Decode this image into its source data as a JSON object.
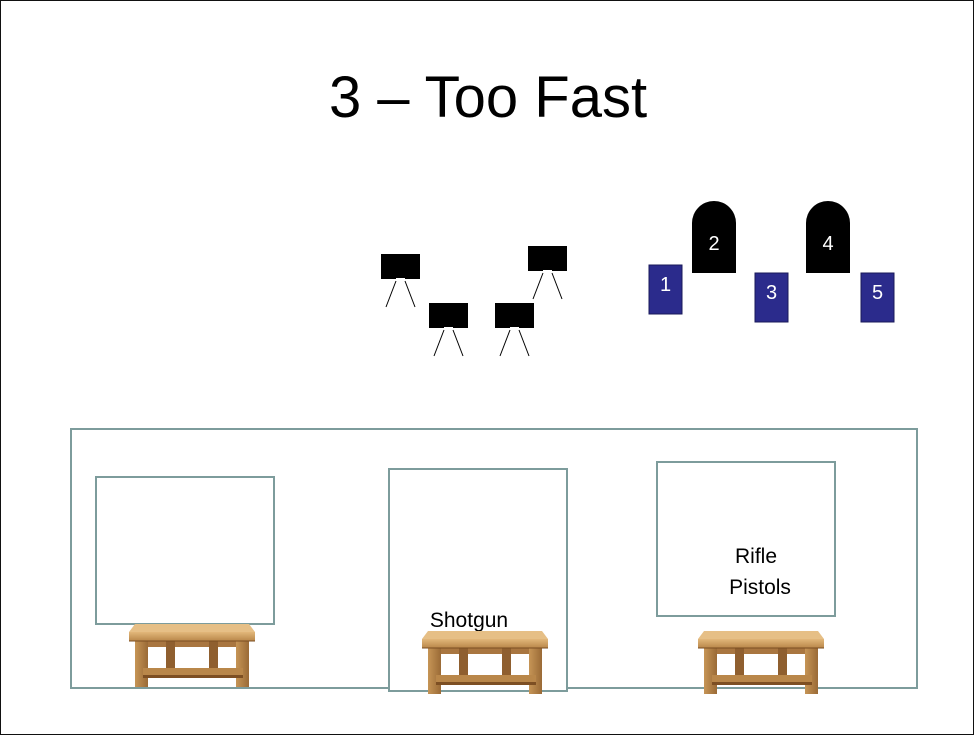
{
  "title": "3 – Too Fast",
  "colors": {
    "target_black": "#000000",
    "target_blue": "#2b2b8c",
    "outline": "#7d9c9c",
    "wood_light": "#c99a5b",
    "wood_dark": "#8a5a2c"
  },
  "steel_targets": [
    {
      "name": "steel-target-a"
    },
    {
      "name": "steel-target-b"
    },
    {
      "name": "steel-target-c"
    },
    {
      "name": "steel-target-d"
    }
  ],
  "paper_targets": [
    {
      "label": "1",
      "shape": "rect",
      "color": "blue"
    },
    {
      "label": "2",
      "shape": "arch",
      "color": "black"
    },
    {
      "label": "3",
      "shape": "rect",
      "color": "blue"
    },
    {
      "label": "4",
      "shape": "arch",
      "color": "black"
    },
    {
      "label": "5",
      "shape": "rect",
      "color": "blue"
    }
  ],
  "bays": [
    {
      "name": "left-bay",
      "label_lines": []
    },
    {
      "name": "center-bay",
      "label_lines": [
        "Shotgun"
      ]
    },
    {
      "name": "right-bay",
      "label_lines": [
        "Rifle",
        "Pistols"
      ]
    }
  ],
  "tables": [
    "left-table",
    "center-table",
    "right-table"
  ]
}
